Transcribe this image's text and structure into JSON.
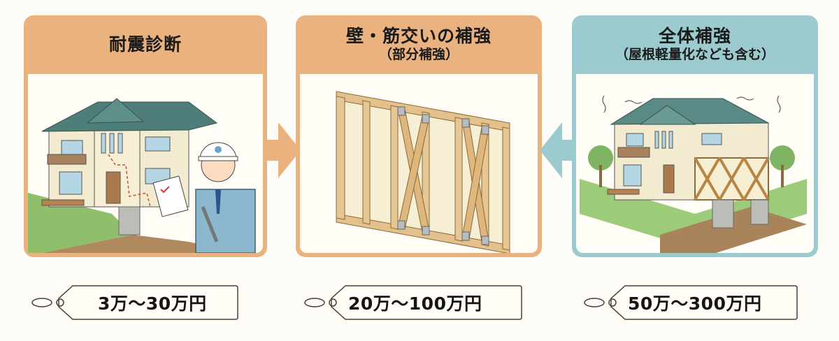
{
  "colors": {
    "background": "#fdfcf7",
    "orange_band": "#e9b27f",
    "teal_band": "#9ccbcf",
    "tag_border": "#4a3f33"
  },
  "steps": [
    {
      "title": "耐震診断",
      "subtitle": "",
      "illustration": "house-inspection-with-engineer",
      "price": "3万〜30万円"
    },
    {
      "title": "壁・筋交いの補強",
      "subtitle": "（部分補強）",
      "illustration": "wooden-wall-frame-with-cross-braces",
      "price": "20万〜100万円"
    },
    {
      "title": "全体補強",
      "subtitle": "（屋根軽量化なども含む）",
      "illustration": "whole-house-reinforcement",
      "price": "50万〜300万円"
    }
  ],
  "arrows": [
    {
      "direction": "right",
      "color": "#e9b27f"
    },
    {
      "direction": "left",
      "color": "#9ccbcf"
    }
  ]
}
